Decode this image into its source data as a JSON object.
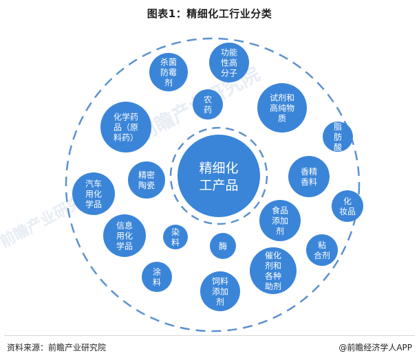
{
  "title": "图表1：精细化工行业分类",
  "center": {
    "line1": "精细化",
    "line2": "工产品"
  },
  "categories": [
    {
      "name": "cat-fungicide",
      "lines": [
        "杀菌",
        "防霉",
        "剂"
      ]
    },
    {
      "name": "cat-functional-polymer",
      "lines": [
        "功能",
        "性高",
        "分子"
      ]
    },
    {
      "name": "cat-pesticide",
      "lines": [
        "农",
        "药"
      ]
    },
    {
      "name": "cat-reagents",
      "lines": [
        "试剂和",
        "高纯物",
        "质"
      ]
    },
    {
      "name": "cat-chemical-drugs",
      "lines": [
        "化学药",
        "品（原",
        "料药）"
      ]
    },
    {
      "name": "cat-fatty-acid",
      "lines": [
        "脂",
        "肪",
        "酸"
      ]
    },
    {
      "name": "cat-fine-ceramics",
      "lines": [
        "精密",
        "陶瓷"
      ]
    },
    {
      "name": "cat-flavors",
      "lines": [
        "香精",
        "香料"
      ]
    },
    {
      "name": "cat-auto-chemicals",
      "lines": [
        "汽车",
        "用化",
        "学品"
      ]
    },
    {
      "name": "cat-cosmetics",
      "lines": [
        "化",
        "妆品"
      ]
    },
    {
      "name": "cat-food-additives",
      "lines": [
        "食品",
        "添加",
        "剂"
      ]
    },
    {
      "name": "cat-info-chemicals",
      "lines": [
        "信息",
        "用化",
        "学品"
      ]
    },
    {
      "name": "cat-dyes",
      "lines": [
        "染",
        "料"
      ]
    },
    {
      "name": "cat-adhesives",
      "lines": [
        "粘",
        "合剂"
      ]
    },
    {
      "name": "cat-enzymes",
      "lines": [
        "酶"
      ]
    },
    {
      "name": "cat-catalysts",
      "lines": [
        "催化",
        "剂和",
        "各种",
        "助剂"
      ]
    },
    {
      "name": "cat-coatings",
      "lines": [
        "涂",
        "料"
      ]
    },
    {
      "name": "cat-feed-additives",
      "lines": [
        "饲料",
        "添加",
        "剂"
      ]
    }
  ],
  "watermark": "前瞻产业研究院",
  "footer": {
    "source": "资料来源：前瞻产业研究院",
    "brand": "@前瞻经济学人APP"
  },
  "colors": {
    "circle_fill": "#3a85d8",
    "dash_stroke": "#5b90cf",
    "text_on_circle": "#ffffff"
  }
}
